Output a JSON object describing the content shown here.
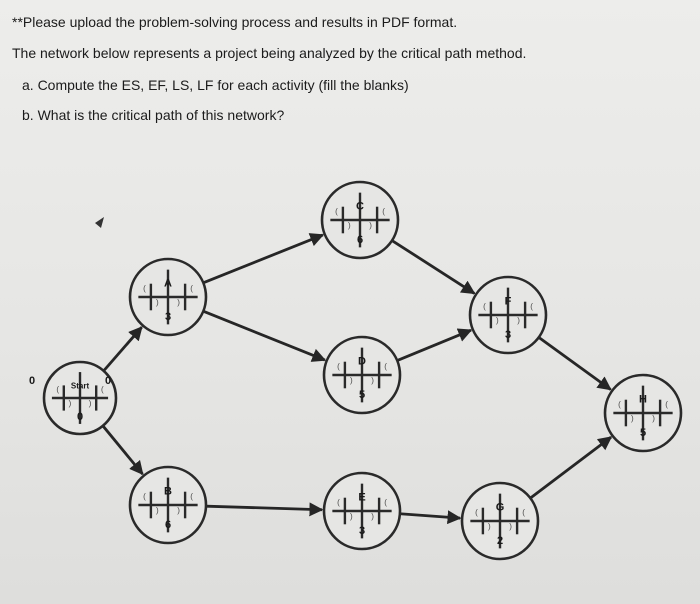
{
  "question": {
    "line1": "**Please upload the problem-solving process and results in PDF format.",
    "line2": "The network below represents a project being analyzed by the critical path method.",
    "part_a": "a. Compute the ES, EF, LS, LF for each activity (fill the blanks)",
    "part_b": "b. What is the critical path of this network?"
  },
  "network": {
    "nodes": [
      {
        "id": "start",
        "label": "Start",
        "duration": "0",
        "es": "0",
        "ef": "0"
      },
      {
        "id": "A",
        "label": "A",
        "duration": "3"
      },
      {
        "id": "B",
        "label": "B",
        "duration": "6"
      },
      {
        "id": "C",
        "label": "C",
        "duration": "6"
      },
      {
        "id": "D",
        "label": "D",
        "duration": "5"
      },
      {
        "id": "E",
        "label": "E",
        "duration": "3"
      },
      {
        "id": "F",
        "label": "F",
        "duration": "3"
      },
      {
        "id": "G",
        "label": "G",
        "duration": "2"
      },
      {
        "id": "H",
        "label": "H",
        "duration": "5"
      }
    ],
    "edges": [
      {
        "from": "start",
        "to": "A"
      },
      {
        "from": "start",
        "to": "B"
      },
      {
        "from": "A",
        "to": "C"
      },
      {
        "from": "A",
        "to": "D"
      },
      {
        "from": "B",
        "to": "E"
      },
      {
        "from": "C",
        "to": "F"
      },
      {
        "from": "D",
        "to": "F"
      },
      {
        "from": "E",
        "to": "G"
      },
      {
        "from": "F",
        "to": "H"
      },
      {
        "from": "G",
        "to": "H"
      }
    ]
  }
}
